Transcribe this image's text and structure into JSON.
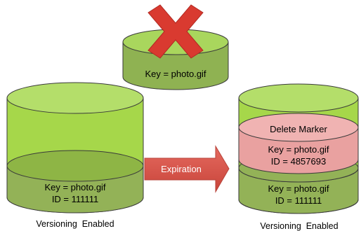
{
  "deleted_object": {
    "key_label": "Key = photo.gif"
  },
  "left_bucket": {
    "object": {
      "key_label": "Key = photo.gif",
      "id_label": "ID = 111111"
    },
    "caption": "Versioning  Enabled"
  },
  "transition": {
    "label": "Expiration"
  },
  "right_bucket": {
    "delete_marker": {
      "title": "Delete Marker",
      "key_label": "Key = photo.gif",
      "id_label": "ID = 4857693"
    },
    "object": {
      "key_label": "Key = photo.gif",
      "id_label": "ID = 111111"
    },
    "caption": "Versioning  Enabled"
  },
  "colors": {
    "bucket_green": "#a6d74a",
    "bucket_green_dark": "#8eb545",
    "object_green": "#93b257",
    "delete_marker_pink": "#e9a1a0",
    "arrow_red": "#d9534b",
    "cross_red": "#d93a30",
    "outline": "#3a3a3a"
  },
  "icons": {
    "deleted_marker": "cross-icon",
    "transition": "right-arrow-icon"
  }
}
